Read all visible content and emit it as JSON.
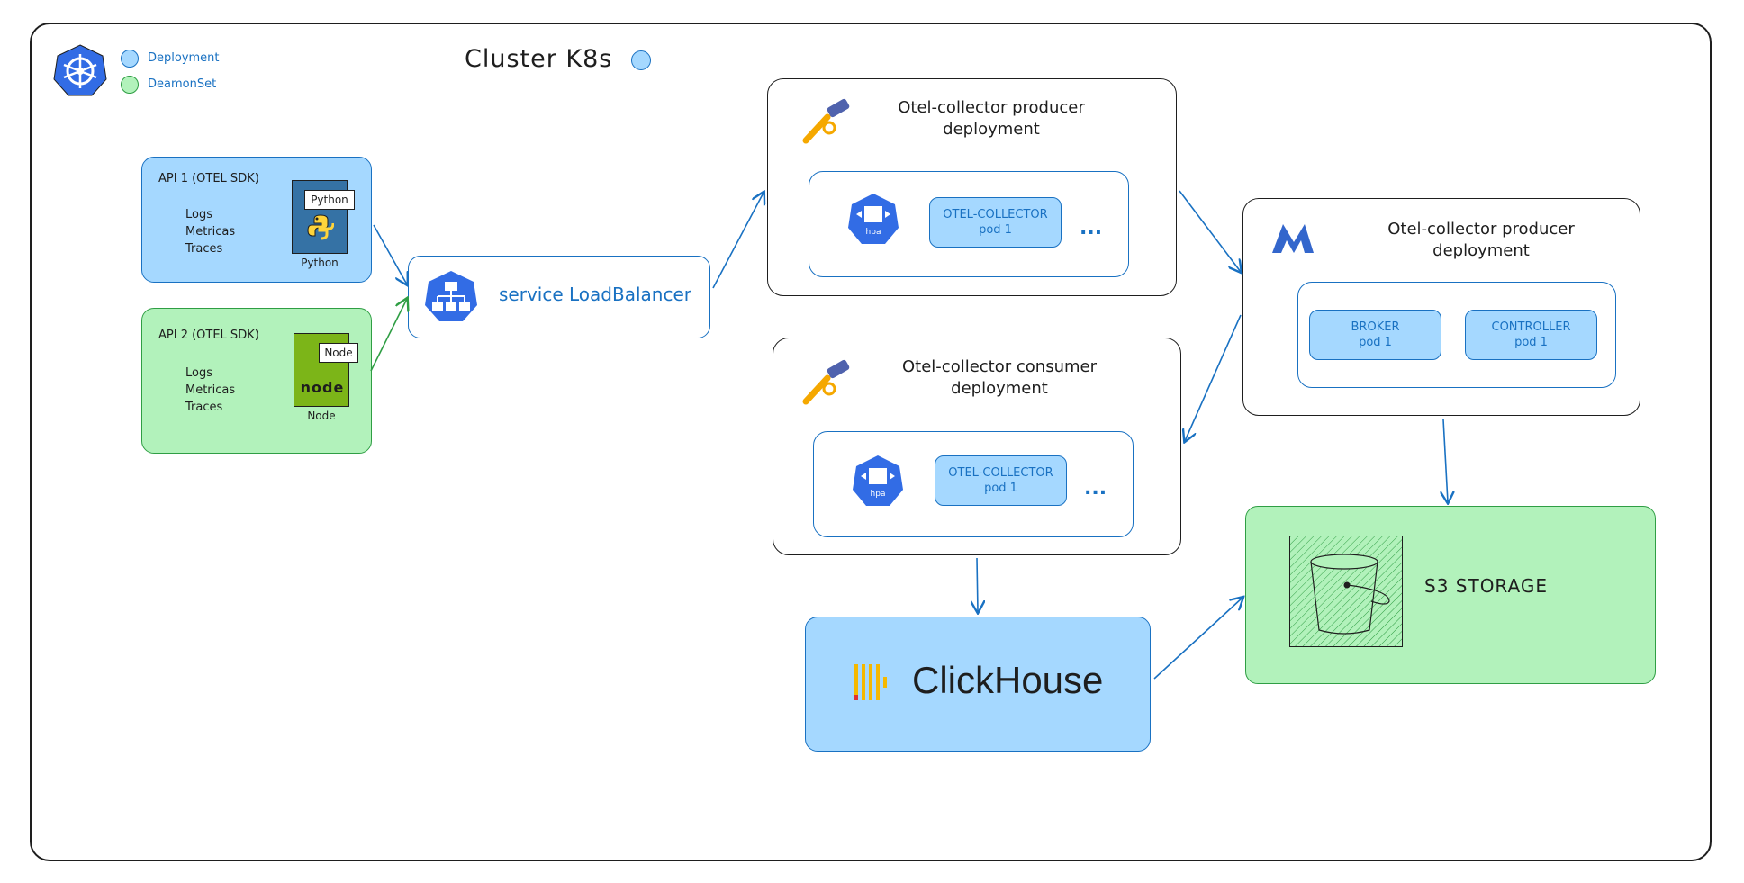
{
  "header": {
    "cluster_title": "Cluster K8s",
    "legend": [
      {
        "label": "Deployment",
        "color": "#a5d8ff"
      },
      {
        "label": "DeamonSet",
        "color": "#b2f2bb"
      }
    ]
  },
  "apis": [
    {
      "title": "API 1 (OTEL SDK)",
      "signals": [
        "Logs",
        "Metricas",
        "Traces"
      ],
      "badge": "Python",
      "caption": "Python"
    },
    {
      "title": "API 2 (OTEL SDK)",
      "signals": [
        "Logs",
        "Metricas",
        "Traces"
      ],
      "badge": "Node",
      "caption": "Node",
      "logo_text": "node"
    }
  ],
  "load_balancer": {
    "label": "service LoadBalancer"
  },
  "producer": {
    "title_line1": "Otel-collector producer",
    "title_line2": "deployment",
    "hpa": "hpa",
    "pod_name": "OTEL-COLLECTOR",
    "pod_label": "pod 1",
    "more": "..."
  },
  "consumer": {
    "title_line1": "Otel-collector consumer",
    "title_line2": "deployment",
    "hpa": "hpa",
    "pod_name": "OTEL-COLLECTOR",
    "pod_label": "pod 1",
    "more": "..."
  },
  "kafka": {
    "title_line1": "Otel-collector producer",
    "title_line2": "deployment",
    "pods": [
      {
        "name": "BROKER",
        "label": "pod 1"
      },
      {
        "name": "CONTROLLER",
        "label": "pod 1"
      }
    ]
  },
  "clickhouse": {
    "label": "ClickHouse"
  },
  "storage": {
    "label": "S3 STORAGE"
  },
  "colors": {
    "blue": "#1971c2",
    "blue_fill": "#a5d8ff",
    "green": "#2f9e44",
    "green_fill": "#b2f2bb",
    "k8s": "#326ce5",
    "otel_yellow": "#f5a800",
    "clickhouse_yellow": "#faff69"
  }
}
